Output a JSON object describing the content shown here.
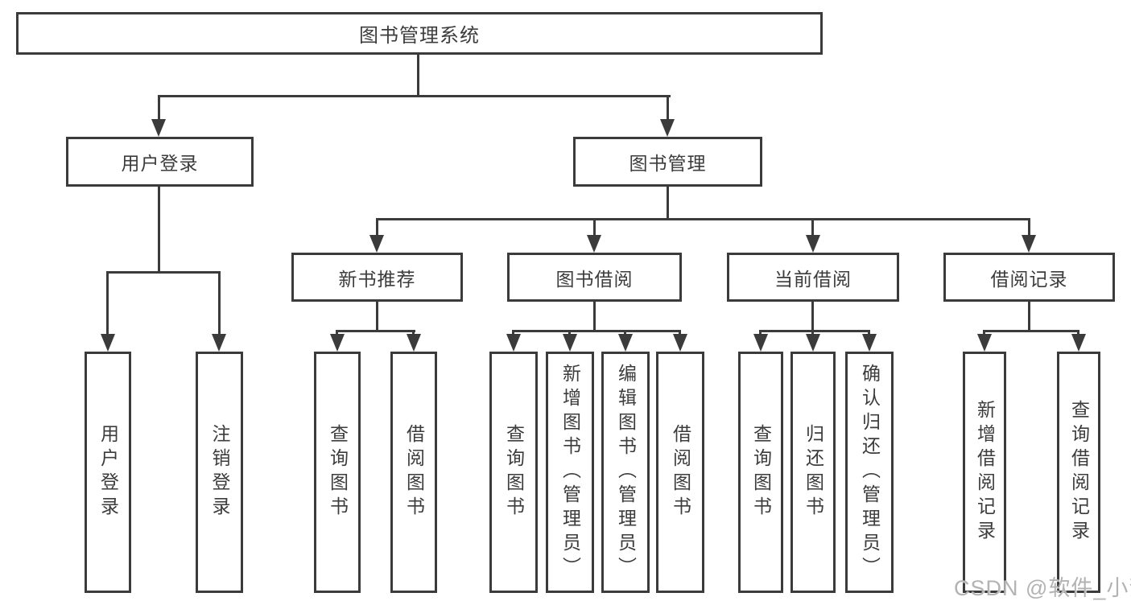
{
  "diagram": {
    "root": {
      "label": "图书管理系统"
    },
    "level2": [
      {
        "id": "user-login",
        "label": "用户登录"
      },
      {
        "id": "book-management",
        "label": "图书管理"
      }
    ],
    "level3": [
      {
        "id": "new-book-recommend",
        "label": "新书推荐"
      },
      {
        "id": "book-borrowing",
        "label": "图书借阅"
      },
      {
        "id": "current-borrowing",
        "label": "当前借阅"
      },
      {
        "id": "borrowing-records",
        "label": "借阅记录"
      }
    ],
    "leaves": [
      {
        "id": "user-login-leaf",
        "parent": "user-login",
        "label": "用户登录"
      },
      {
        "id": "logout-leaf",
        "parent": "user-login",
        "label": "注销登录"
      },
      {
        "id": "nbr-query-books",
        "parent": "new-book-recommend",
        "label": "查询图书"
      },
      {
        "id": "nbr-borrow-books",
        "parent": "new-book-recommend",
        "label": "借阅图书"
      },
      {
        "id": "bb-query-books",
        "parent": "book-borrowing",
        "label": "查询图书"
      },
      {
        "id": "bb-add-books-admin",
        "parent": "book-borrowing",
        "label": "新增图书（管理员）"
      },
      {
        "id": "bb-edit-books-admin",
        "parent": "book-borrowing",
        "label": "编辑图书（管理员）"
      },
      {
        "id": "bb-borrow-books",
        "parent": "book-borrowing",
        "label": "借阅图书"
      },
      {
        "id": "cb-query-books",
        "parent": "current-borrowing",
        "label": "查询图书"
      },
      {
        "id": "cb-return-books",
        "parent": "current-borrowing",
        "label": "归还图书"
      },
      {
        "id": "cb-confirm-return-admin",
        "parent": "current-borrowing",
        "label": "确认归还（管理员）"
      },
      {
        "id": "br-add-record",
        "parent": "borrowing-records",
        "label": "新增借阅记录"
      },
      {
        "id": "br-query-record",
        "parent": "borrowing-records",
        "label": "查询借阅记录"
      }
    ]
  },
  "watermark": {
    "text": "CSDN @软件_小贺同学"
  },
  "colors": {
    "line": "#3b3b3b",
    "text": "#3c3c3c",
    "background": "#ffffff",
    "watermark": "#b3b3b3"
  }
}
